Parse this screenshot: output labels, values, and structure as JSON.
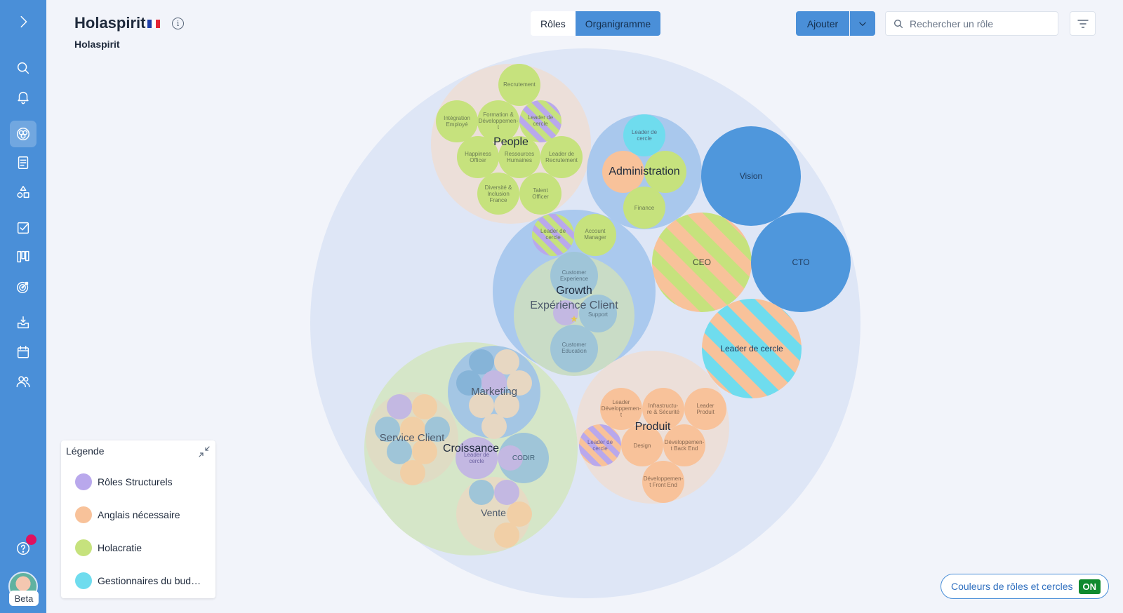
{
  "header": {
    "title": "Holaspirit",
    "subtitle": "Holaspirit",
    "flag_colors": [
      "#1f3fa8",
      "#ffffff",
      "#e32636"
    ],
    "info_icon": "info-icon"
  },
  "view_tabs": [
    {
      "label": "Rôles",
      "active": false
    },
    {
      "label": "Organigramme",
      "active": true
    }
  ],
  "toolbar": {
    "add_label": "Ajouter",
    "search_placeholder": "Rechercher un rôle"
  },
  "sidebar": {
    "items": [
      {
        "icon": "chevron-right-icon"
      },
      {
        "icon": "search-icon"
      },
      {
        "icon": "bell-icon"
      },
      {
        "icon": "circles-icon",
        "active": true
      },
      {
        "icon": "document-icon"
      },
      {
        "icon": "shapes-icon"
      },
      {
        "icon": "checkbox-icon"
      },
      {
        "icon": "kanban-icon"
      },
      {
        "icon": "target-icon"
      },
      {
        "icon": "inbox-download-icon"
      },
      {
        "icon": "calendar-icon"
      },
      {
        "icon": "users-icon"
      },
      {
        "icon": "help-icon"
      }
    ],
    "beta_label": "Beta"
  },
  "circles": {
    "people": "People",
    "recrutement": "Recrutement",
    "integration": [
      "Intégration",
      "Employé"
    ],
    "formation": [
      "Formation &",
      "Développemen-",
      "t"
    ],
    "leader_cercle": [
      "Leader de",
      "cercle"
    ],
    "happiness": [
      "Happiness",
      "Officer"
    ],
    "rh": [
      "Ressources",
      "Humaines"
    ],
    "leader_recrutement": [
      "Leader de",
      "Recrutement"
    ],
    "diversite": [
      "Diversité &",
      "Inclusion",
      "France"
    ],
    "talent": [
      "Talent",
      "Officer"
    ],
    "administration": "Administration",
    "finance": "Finance",
    "vision": "Vision",
    "ceo": "CEO",
    "cto": "CTO",
    "leader_cercle_big": "Leader de cercle",
    "growth": "Growth",
    "account_manager": [
      "Account",
      "Manager"
    ],
    "experience_client": "Expérience Client",
    "customer_experience": [
      "Customer",
      "Experience"
    ],
    "support": "Support",
    "customer_education": [
      "Customer",
      "Education"
    ],
    "croissance": "Croissance",
    "marketing": "Marketing",
    "service_client": "Service Client",
    "codir": "CODIR",
    "vente": "Vente",
    "produit": "Produit",
    "leader_dev": [
      "Leader",
      "Développemen-",
      "t"
    ],
    "infrastructure": [
      "Infrastructu-",
      "re & Sécurité"
    ],
    "leader_produit": [
      "Leader",
      "Produit"
    ],
    "design": "Design",
    "dev_back": [
      "Développemen-",
      "t Back End"
    ],
    "dev_front": [
      "Développemen-",
      "t Front End"
    ]
  },
  "legend": {
    "title": "Légende",
    "items": [
      {
        "label": "Rôles Structurels",
        "color": "#b9a8ec"
      },
      {
        "label": "Anglais nécessaire",
        "color": "#f8c29a"
      },
      {
        "label": "Holacratie",
        "color": "#c6e27d"
      },
      {
        "label": "Gestionnaires du budget",
        "color": "#6fdcee"
      }
    ]
  },
  "toggle": {
    "label": "Couleurs de rôles et cercles",
    "state": "ON"
  },
  "colors": {
    "sidebar": "#4a8fd8",
    "accent": "#4a8fd8",
    "toggle_on": "#0f8a2e"
  }
}
